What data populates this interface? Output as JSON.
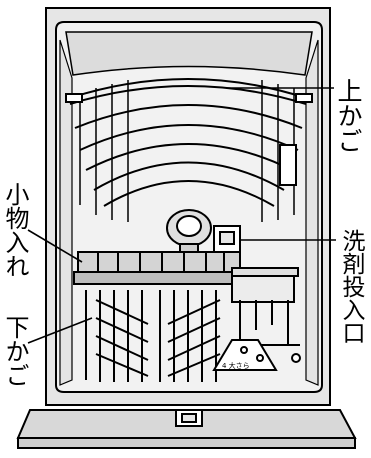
{
  "labels": {
    "upper_basket": "上かご",
    "small_items": "小物入れ",
    "detergent_inlet": "洗剤投入口",
    "lower_basket": "下かご"
  },
  "markings": {
    "basket_tag": "4 大さら"
  },
  "colors": {
    "line": "#000000",
    "cabinet_fill": "#e6e6e6",
    "cabinet_shade": "#cfcfcf",
    "interior_fill": "#f2f2f2",
    "background": "#ffffff"
  }
}
